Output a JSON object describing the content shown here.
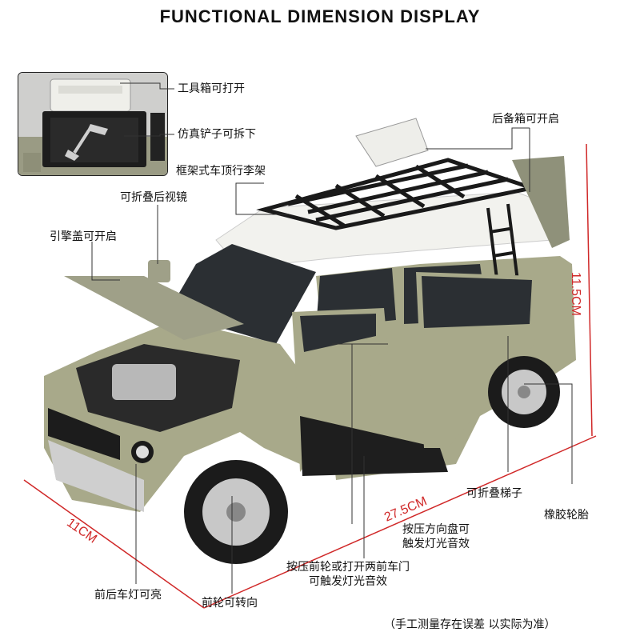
{
  "title": "FUNCTIONAL DIMENSION DISPLAY",
  "labels": {
    "toolbox": "工具箱可打开",
    "shovel": "仿真铲子可拆下",
    "trunk": "后备箱可开启",
    "roof_rack": "框架式车顶行李架",
    "mirror": "可折叠后视镜",
    "hood": "引擎盖可开启",
    "ladder": "可折叠梯子",
    "tire": "橡胶轮胎",
    "steering_line1": "按压方向盘可",
    "steering_line2": "触发灯光音效",
    "front_wheel_line1": "按压前轮或打开两前车门",
    "front_wheel_line2": "可触发灯光音效",
    "lights": "前后车灯可亮",
    "front_steer": "前轮可转向"
  },
  "dimensions": {
    "height": "11.5CM",
    "length": "27.5CM",
    "width": "11CM"
  },
  "note": "（手工测量存在误差 以实际为准）",
  "colors": {
    "body": "#a8a98a",
    "roof": "#f2f2ee",
    "dimension_line": "#d02828"
  }
}
